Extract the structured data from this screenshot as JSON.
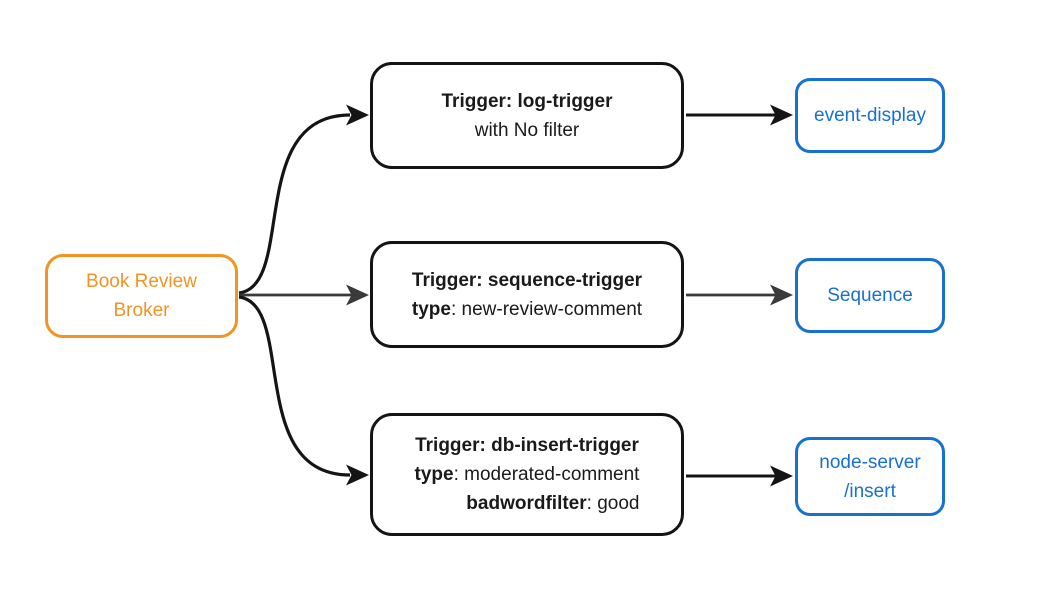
{
  "diagram": {
    "broker": {
      "name": "Book Review Broker",
      "lines": [
        "Book Review",
        "Broker"
      ]
    },
    "triggers": [
      {
        "title": "Trigger: log-trigger",
        "filter_note": "with No filter"
      },
      {
        "title": "Trigger: sequence-trigger",
        "attr_key": "type",
        "attr_rest": ": new-review-comment"
      },
      {
        "title": "Trigger: db-insert-trigger",
        "attr_key": "type",
        "attr_rest": ": moderated-comment",
        "attr2_key": "badwordfilter",
        "attr2_rest": ": good"
      }
    ],
    "sinks": [
      {
        "lines": [
          "event-display"
        ]
      },
      {
        "lines": [
          "Sequence"
        ]
      },
      {
        "lines": [
          "node-server",
          "/insert"
        ]
      }
    ],
    "colors": {
      "broker_orange": "#F29423",
      "sink_blue": "#1870D0",
      "node_black": "#141414",
      "edge_gray": "#3A3A3A",
      "background": "#FFFFFF"
    }
  }
}
